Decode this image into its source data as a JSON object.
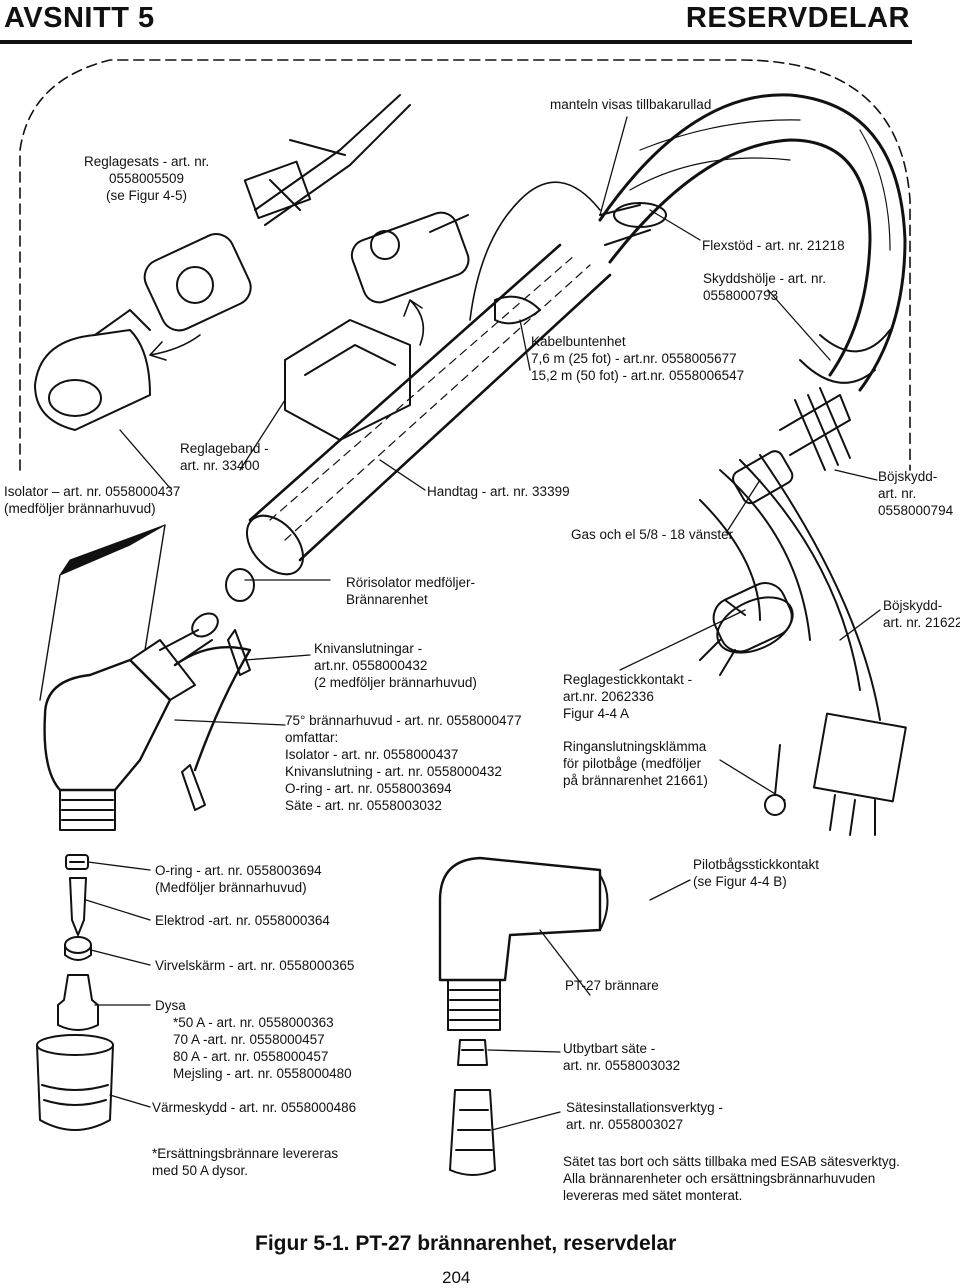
{
  "header": {
    "section": "AVSNITT 5",
    "title": "RESERVDELAR"
  },
  "labels": {
    "manteln": "manteln visas tillbakarullad",
    "reglagesats": [
      "Reglagesats - art. nr.",
      "0558005509",
      "(se Figur 4-5)"
    ],
    "flexstod": "Flexstöd - art. nr. 21218",
    "skyddsholje": [
      "Skyddshölje - art. nr.",
      "0558000793"
    ],
    "kabelbuntenhet": [
      "Kabelbuntenhet",
      "7,6 m (25 fot) - art.nr. 0558005677",
      "15,2 m (50 fot) - art.nr. 0558006547"
    ],
    "reglageband": [
      "Reglageband -",
      "art. nr. 33400"
    ],
    "isolator": [
      "Isolator – art. nr. 0558000437",
      "(medföljer brännarhuvud)"
    ],
    "handtag": "Handtag - art. nr. 33399",
    "gas_el": "Gas och el 5/8 - 18 vänster",
    "bojskydd_1": [
      "Böjskydd-",
      "art. nr.",
      "0558000794"
    ],
    "rorisolator": [
      "Rörisolator medföljer-",
      "Brännarenhet"
    ],
    "bojskydd_2": [
      "Böjskydd-",
      "art. nr. 21622"
    ],
    "knivanslutningar": [
      "Knivanslutningar -",
      "art.nr. 0558000432",
      "(2 medföljer brännarhuvud)"
    ],
    "reglagestickkontakt": [
      "Reglagestickkontakt -",
      "art.nr. 2062336",
      "Figur 4-4 A"
    ],
    "brannarhuvud": [
      "75° brännarhuvud - art. nr. 0558000477",
      "omfattar:",
      "Isolator - art. nr. 0558000437",
      "Knivanslutning - art. nr. 0558000432",
      "O-ring - art. nr. 0558003694",
      "Säte - art. nr. 0558003032"
    ],
    "ringanslutning": [
      "Ringanslutningsklämma",
      "för pilotbåge (medföljer",
      "på brännarenhet 21661)"
    ],
    "oring": [
      "O-ring - art. nr. 0558003694",
      "(Medföljer brännarhuvud)"
    ],
    "pilotbag": [
      "Pilotbågsstickkontakt",
      "(se Figur 4-4 B)"
    ],
    "elektrod": "Elektrod -art. nr. 0558000364",
    "virvelskarm": "Virvelskärm - art. nr. 0558000365",
    "pt27": "PT-27 brännare",
    "dysa": [
      "Dysa",
      "*50 A - art. nr. 0558000363",
      "70 A -art. nr. 0558000457",
      "80 A - art. nr. 0558000457",
      "Mejsling - art. nr. 0558000480"
    ],
    "utbytbart": [
      "Utbytbart säte -",
      "art. nr. 0558003032"
    ],
    "varmeskydd": "Värmeskydd - art. nr. 0558000486",
    "satesinst": [
      "Sätesinstallationsverktyg  -",
      "art. nr. 0558003027"
    ],
    "ersattning": [
      "*Ersättningsbrännare levereras",
      "med 50 A dysor."
    ],
    "satet": [
      "Sätet tas bort och sätts tillbaka med ESAB sätesverktyg.",
      "Alla brännarenheter och ersättningsbrännarhuvuden",
      "levereras med sätet monterat."
    ]
  },
  "caption": "Figur 5-1. PT-27 brännarenhet, reservdelar",
  "page_number": "204"
}
